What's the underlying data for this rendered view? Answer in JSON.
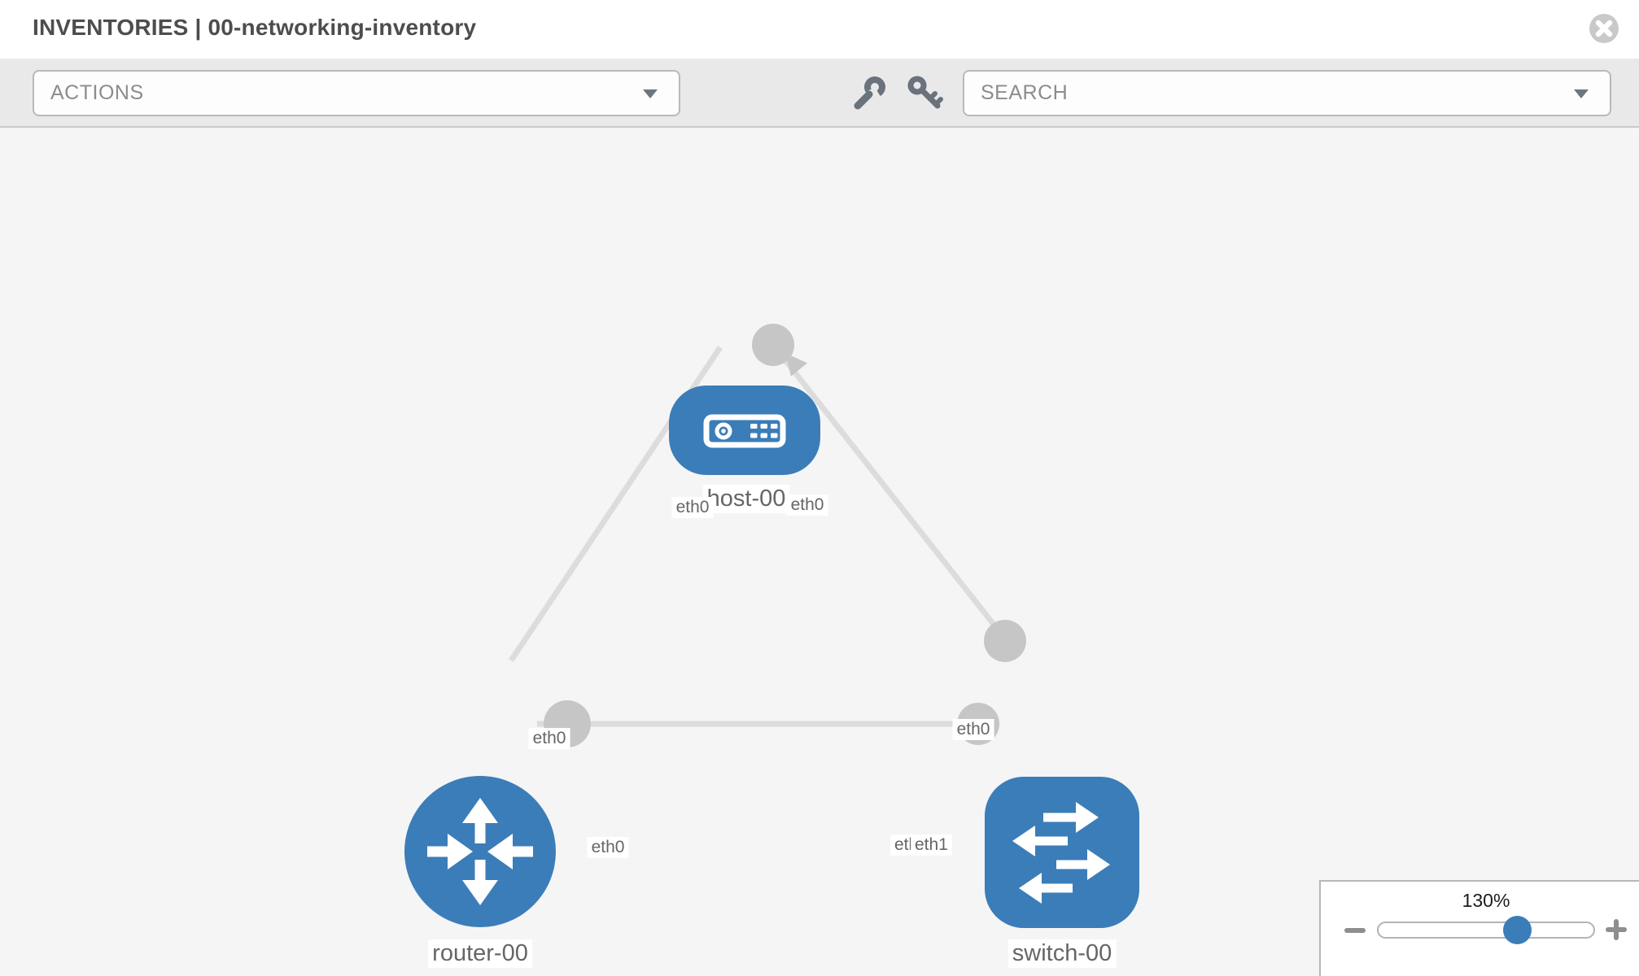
{
  "header": {
    "title": "INVENTORIES | 00-networking-inventory",
    "close_icon": "circle-x-icon"
  },
  "toolbar": {
    "actions": {
      "value": "ACTIONS",
      "icon": "chevron-down-icon"
    },
    "wrench_icon": "wrench-icon",
    "key_icon": "key-icon",
    "search": {
      "value": "SEARCH",
      "icon": "chevron-down-icon"
    }
  },
  "topology": {
    "nodes": [
      {
        "id": "host-00",
        "label": "host-00",
        "type": "host",
        "icon": "host-icon"
      },
      {
        "id": "router-00",
        "label": "router-00",
        "type": "router",
        "icon": "router-icon"
      },
      {
        "id": "switch-00",
        "label": "switch-00",
        "type": "switch",
        "icon": "switch-icon"
      }
    ],
    "links": [
      {
        "source": "host-00",
        "source_interface": "eth0",
        "target": "router-00",
        "target_interface": "eth0"
      },
      {
        "source": "host-00",
        "source_interface": "eth0",
        "target": "switch-00",
        "target_interface": "eth0"
      },
      {
        "source": "router-00",
        "source_interface": "eth0",
        "target": "switch-00",
        "target_interface": "eth1",
        "occluded_label": "eth0"
      }
    ]
  },
  "zoom_control": {
    "level": "130%",
    "percent": 130,
    "minus_icon": "minus-icon",
    "plus_icon": "plus-icon"
  },
  "colors": {
    "node_blue": "#3b7db8",
    "link_gray": "#dcdcdc",
    "endpoint_gray": "#c6c6c6",
    "canvas_bg": "#f5f5f6",
    "toolbar_bg": "#e9e9e9",
    "icon_slate": "#6a727c"
  }
}
